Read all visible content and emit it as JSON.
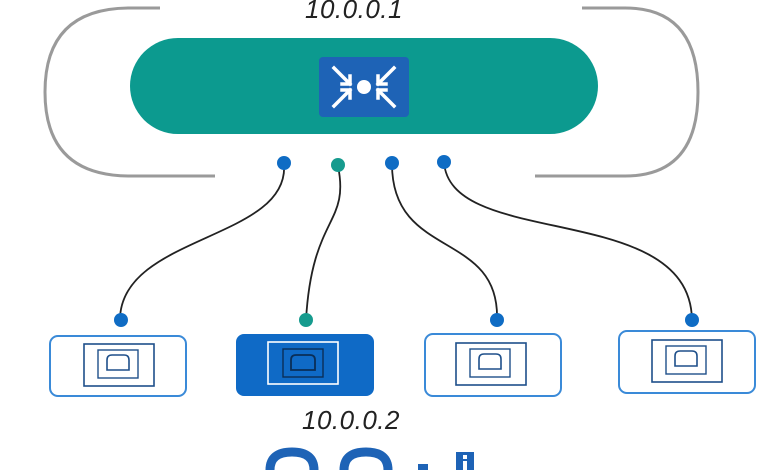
{
  "labels": {
    "top_ip": "10.0.0.1",
    "bottom_ip": "10.0.0.2"
  },
  "icons": {
    "hub": "collapse-arrows-icon",
    "device": "computer-icon"
  },
  "colors": {
    "hub_fill": "#0c9a8f",
    "hub_icon_bg": "#1e63b6",
    "port_blue": "#0f6cc4",
    "port_teal": "#169b8e",
    "device_border": "#3a8ad8",
    "device_selected": "#0f6ac6",
    "cable": "#222222",
    "outline_arc": "#9a9a9a"
  },
  "selected_device": 2
}
